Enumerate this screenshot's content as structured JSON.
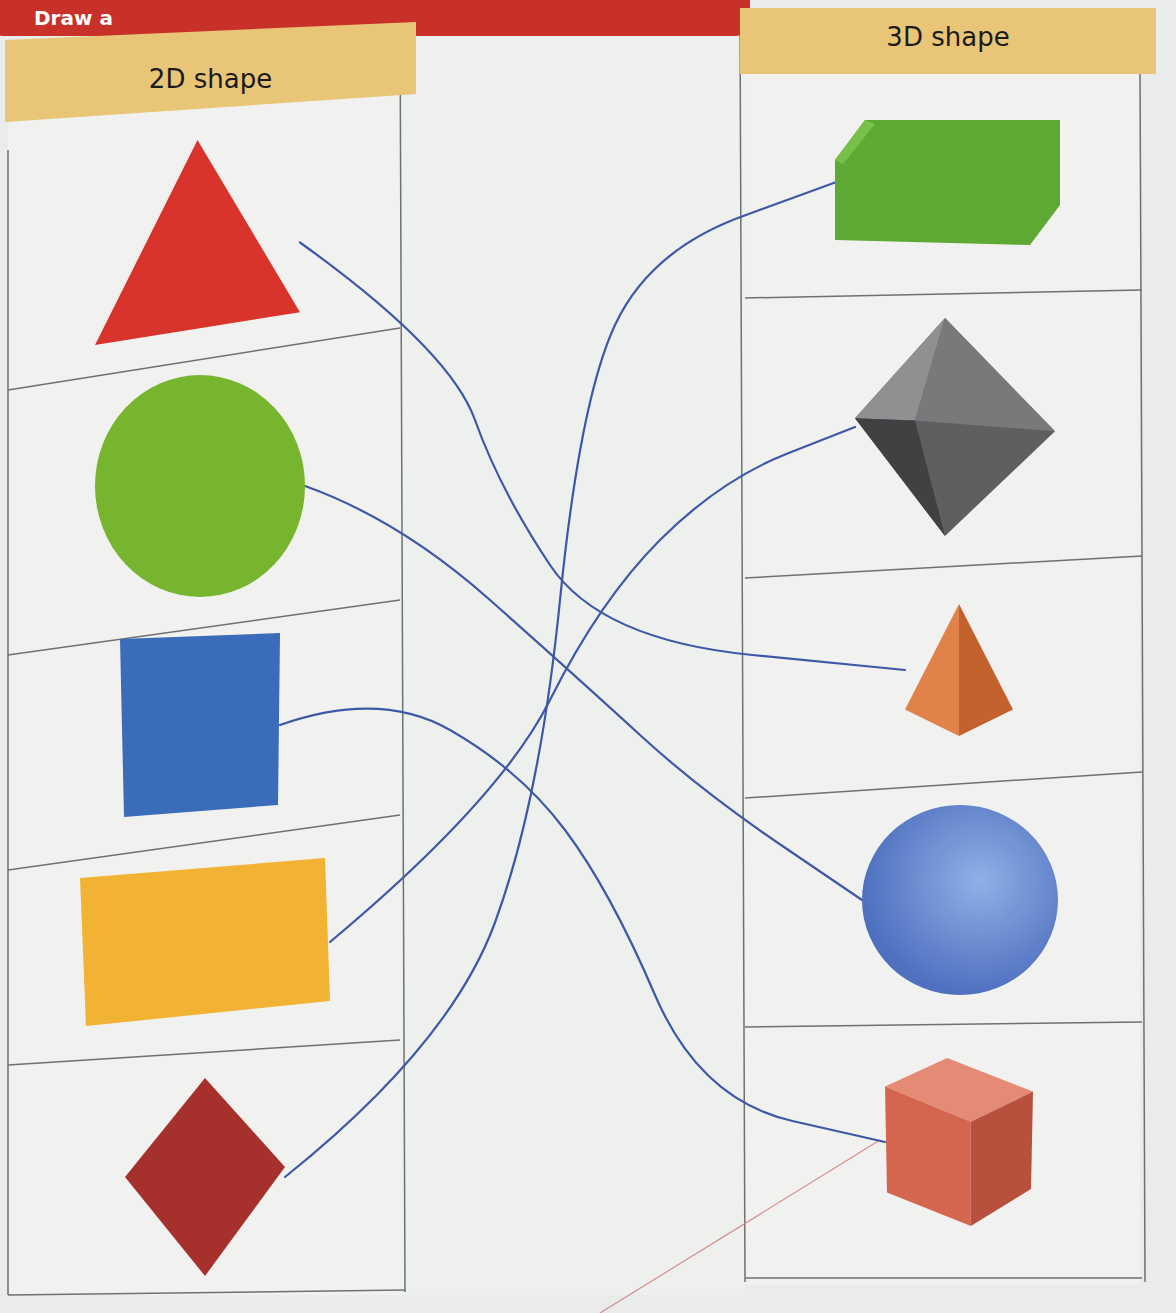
{
  "diagram": {
    "nodes": [
      {
        "text": [
          "Draw a"
        ]
      },
      {
        "text": [
          "2D shape"
        ]
      },
      {
        "text": [
          "3D shape"
        ]
      },
      {
        "text": []
      },
      {
        "text": []
      },
      {
        "text": []
      },
      {
        "text": []
      },
      {
        "text": []
      },
      {
        "text": []
      },
      {
        "text": []
      },
      {
        "text": []
      },
      {
        "text": []
      },
      {
        "text": []
      }
    ],
    "edges": [
      {
        "from": 3,
        "to": 8,
        "arrow": "none"
      },
      {
        "from": 5,
        "to": 10,
        "arrow": "none"
      },
      {
        "from": 7,
        "to": 12,
        "arrow": "none"
      },
      {
        "from": 9,
        "to": 6,
        "arrow": "none"
      },
      {
        "from": 11,
        "to": 4,
        "arrow": "none"
      }
    ]
  }
}
